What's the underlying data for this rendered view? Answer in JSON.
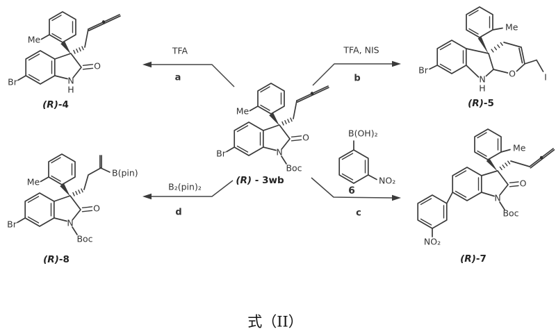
{
  "figure": {
    "caption": "式（II）"
  },
  "common": {
    "stereo": "(R)"
  },
  "reactions": {
    "a": {
      "reagents": "TFA",
      "step": "a"
    },
    "b": {
      "reagents": "TFA, NIS",
      "step": "b"
    },
    "c": {
      "step": "c"
    },
    "d": {
      "reagents": "B₂(pin)₂",
      "step": "d"
    }
  },
  "structures": {
    "r4": {
      "suffix": "-4",
      "me": "Me",
      "br": "Br",
      "o": "O",
      "n": "N",
      "h": "H"
    },
    "r3wb": {
      "suffix": " - 3wb",
      "me": "Me",
      "br": "Br",
      "o": "O",
      "n": "N",
      "boc": "Boc"
    },
    "r5": {
      "suffix": "-5",
      "me": "Me",
      "br": "Br",
      "o": "O",
      "n": "N",
      "h": "H",
      "i": "I"
    },
    "r6": {
      "number": "6",
      "boronic": "B(OH)₂",
      "nitro": "NO₂"
    },
    "r7": {
      "suffix": "-7",
      "me": "Me",
      "o": "O",
      "n": "N",
      "boc": "Boc",
      "nitro": "NO₂"
    },
    "r8": {
      "suffix": "-8",
      "me": "Me",
      "br": "Br",
      "o": "O",
      "n": "N",
      "boc": "Boc",
      "bpin": "B(pin)"
    }
  }
}
